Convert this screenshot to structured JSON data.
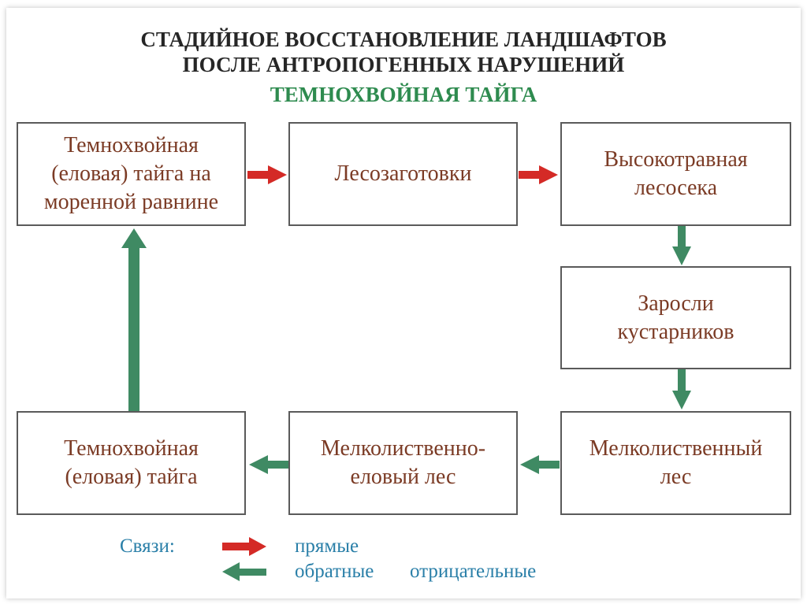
{
  "title_line1": "СТАДИЙНОЕ ВОССТАНОВЛЕНИЕ ЛАНДШАФТОВ",
  "title_line2": "ПОСЛЕ АНТРОПОГЕННЫХ НАРУШЕНИЙ",
  "subtitle": "ТЕМНОХВОЙНАЯ ТАЙГА",
  "nodes": {
    "moraine_taiga": "Темнохвойная\n(еловая) тайга на\nморенной равнине",
    "logging": "Лесозаготовки",
    "tall_grass_clearing": "Высокотравная\nлесосека",
    "shrub_thickets": "Заросли\nкустарников",
    "small_leaved_forest": "Мелколиственный\nлес",
    "small_leaved_spruce_forest": "Мелколиственно-\nеловый лес",
    "spruce_taiga": "Темнохвойная\n(еловая) тайга"
  },
  "legend": {
    "label": "Связи:",
    "direct": "прямые",
    "reverse": "обратные",
    "negative": "отрицательные"
  },
  "colors": {
    "direct_arrow": "#d42a26",
    "reverse_arrow": "#3f8a63",
    "node_text": "#7b3b25",
    "subtitle": "#2e8b4f",
    "legend_text": "#2a7fa8"
  }
}
